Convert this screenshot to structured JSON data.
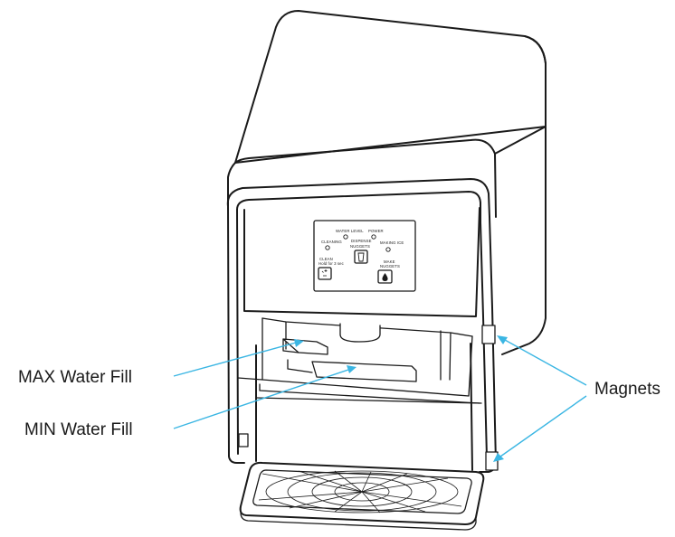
{
  "callouts": {
    "max_water_fill": "MAX Water Fill",
    "min_water_fill": "MIN Water Fill",
    "magnets": "Magnets"
  },
  "control_panel": {
    "water_level": "WATER LEVEL",
    "power": "POWER",
    "cleaning": "CLEANING",
    "making_ice": "MAKING ICE",
    "dispense_nuggets_line1": "DISPENSE",
    "dispense_nuggets_line2": "NUGGETS",
    "clean_line1": "CLEAN",
    "clean_line2": "Hold for 3 sec",
    "make_nuggets_line1": "MAKE",
    "make_nuggets_line2": "NUGGETS"
  },
  "colors": {
    "callout_line": "#3bb6e3",
    "outline": "#1a1a1a"
  }
}
